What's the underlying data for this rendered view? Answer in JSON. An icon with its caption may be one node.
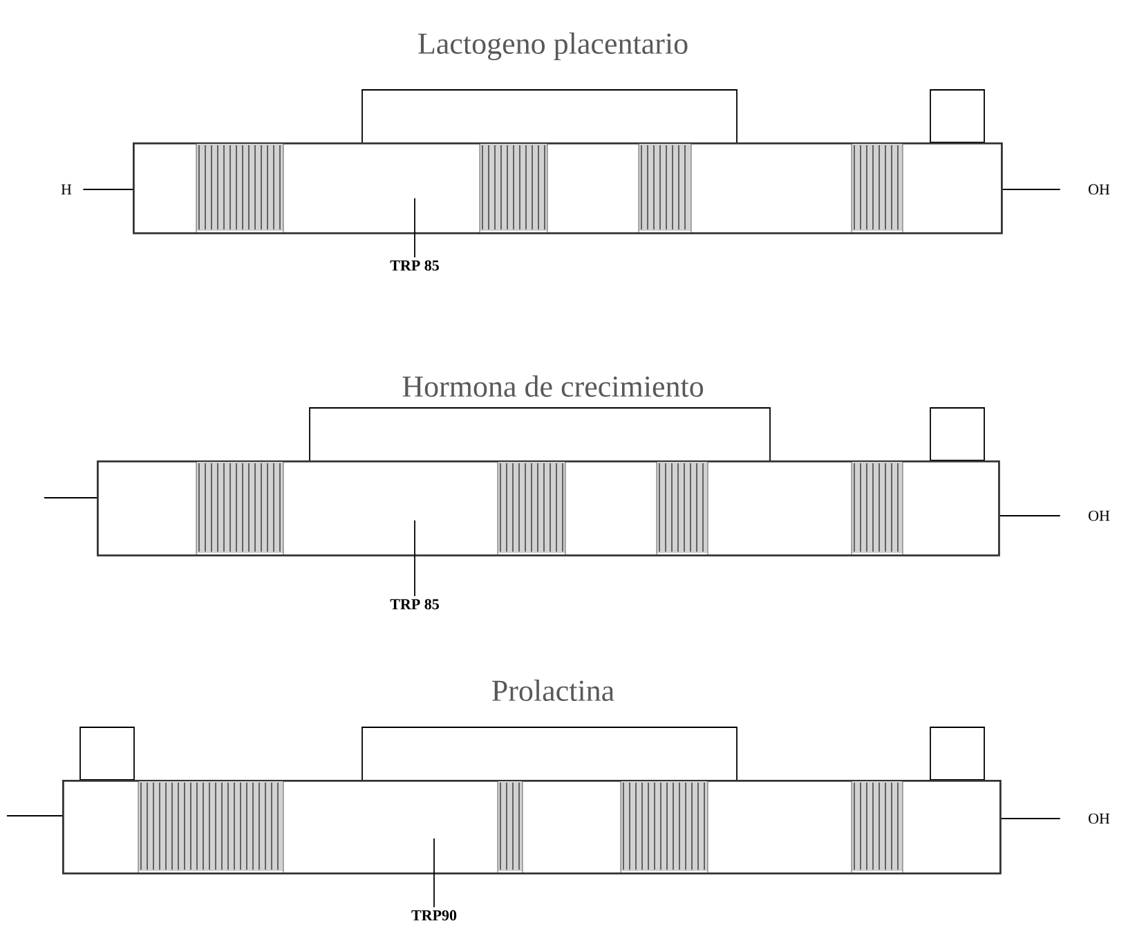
{
  "diagram": {
    "nodes": [
      {
        "text": [],
        "shape": "bar"
      },
      {
        "text": [
          "H"
        ]
      },
      {
        "text": [
          "OH"
        ]
      },
      {
        "text": [
          "TRP 85"
        ]
      },
      {
        "text": [],
        "shape": "bar"
      },
      {
        "text": [
          "OH"
        ]
      },
      {
        "text": [
          "TRP 85"
        ]
      },
      {
        "text": [],
        "shape": "bar"
      },
      {
        "text": [
          "OH"
        ]
      },
      {
        "text": [
          "TRP90"
        ]
      }
    ],
    "edges": [
      {
        "from": 1,
        "to": 0,
        "arrow": "none"
      },
      {
        "from": 0,
        "to": 2,
        "arrow": "none"
      },
      {
        "from": 3,
        "to": 0,
        "arrow": "none"
      },
      {
        "from": null,
        "to": 4,
        "arrow": "none"
      },
      {
        "from": 4,
        "to": 5,
        "arrow": "none"
      },
      {
        "from": 6,
        "to": 4,
        "arrow": "none"
      },
      {
        "from": null,
        "to": 7,
        "arrow": "none"
      },
      {
        "from": 7,
        "to": 8,
        "arrow": "none"
      },
      {
        "from": 9,
        "to": 7,
        "arrow": "none"
      }
    ],
    "labels": [
      "Lactogeno placentario",
      "Hormona de crecimiento",
      "Prolactina"
    ]
  }
}
